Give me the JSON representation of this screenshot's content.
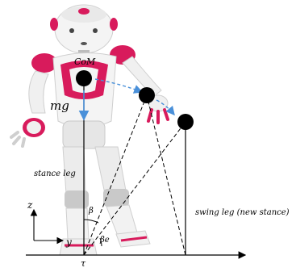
{
  "labels": {
    "com": "CoM",
    "mg": "mg",
    "stance_leg": "stance leg",
    "swing_leg": "swing leg (new stance)",
    "z_axis": "z",
    "y_axis": "y",
    "beta": "β",
    "beta_e": "βe",
    "tau": "τ"
  },
  "colors": {
    "robot_body": "#f2f2f2",
    "robot_shade": "#c9c9c9",
    "robot_accent": "#d81b5c",
    "mass_point": "#000000",
    "force_arrow": "#4a90d9",
    "line": "#000000"
  }
}
